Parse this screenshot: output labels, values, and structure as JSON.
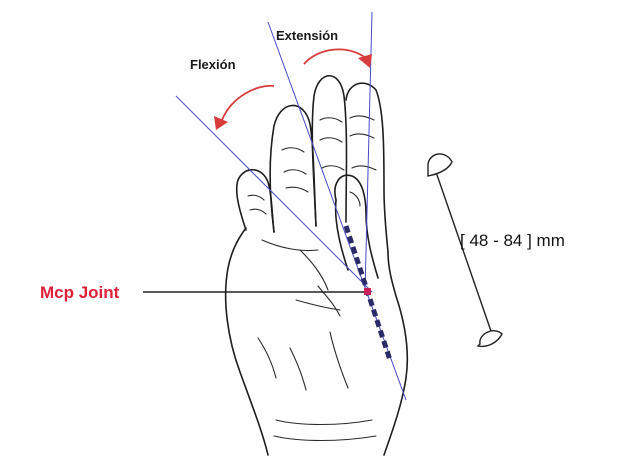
{
  "labels": {
    "extension": "Extensión",
    "flexion": "Flexión",
    "mcp_joint": "Mcp Joint",
    "length_range": "[ 48 - 84 ] mm"
  },
  "colors": {
    "axis_lines": "#4a4ac8",
    "motion_arrows": "#d63c3c",
    "mcp_label": "#e0203a",
    "joint_marker": "#c8205a",
    "finger_segment": "#2a2a66",
    "outline": "#1e1e1e"
  },
  "icons": {
    "flexion_arrow": "curved-arrow-left-icon",
    "extension_arrow": "curved-arrow-right-icon",
    "measurement": "double-headed-arrow-icon"
  }
}
